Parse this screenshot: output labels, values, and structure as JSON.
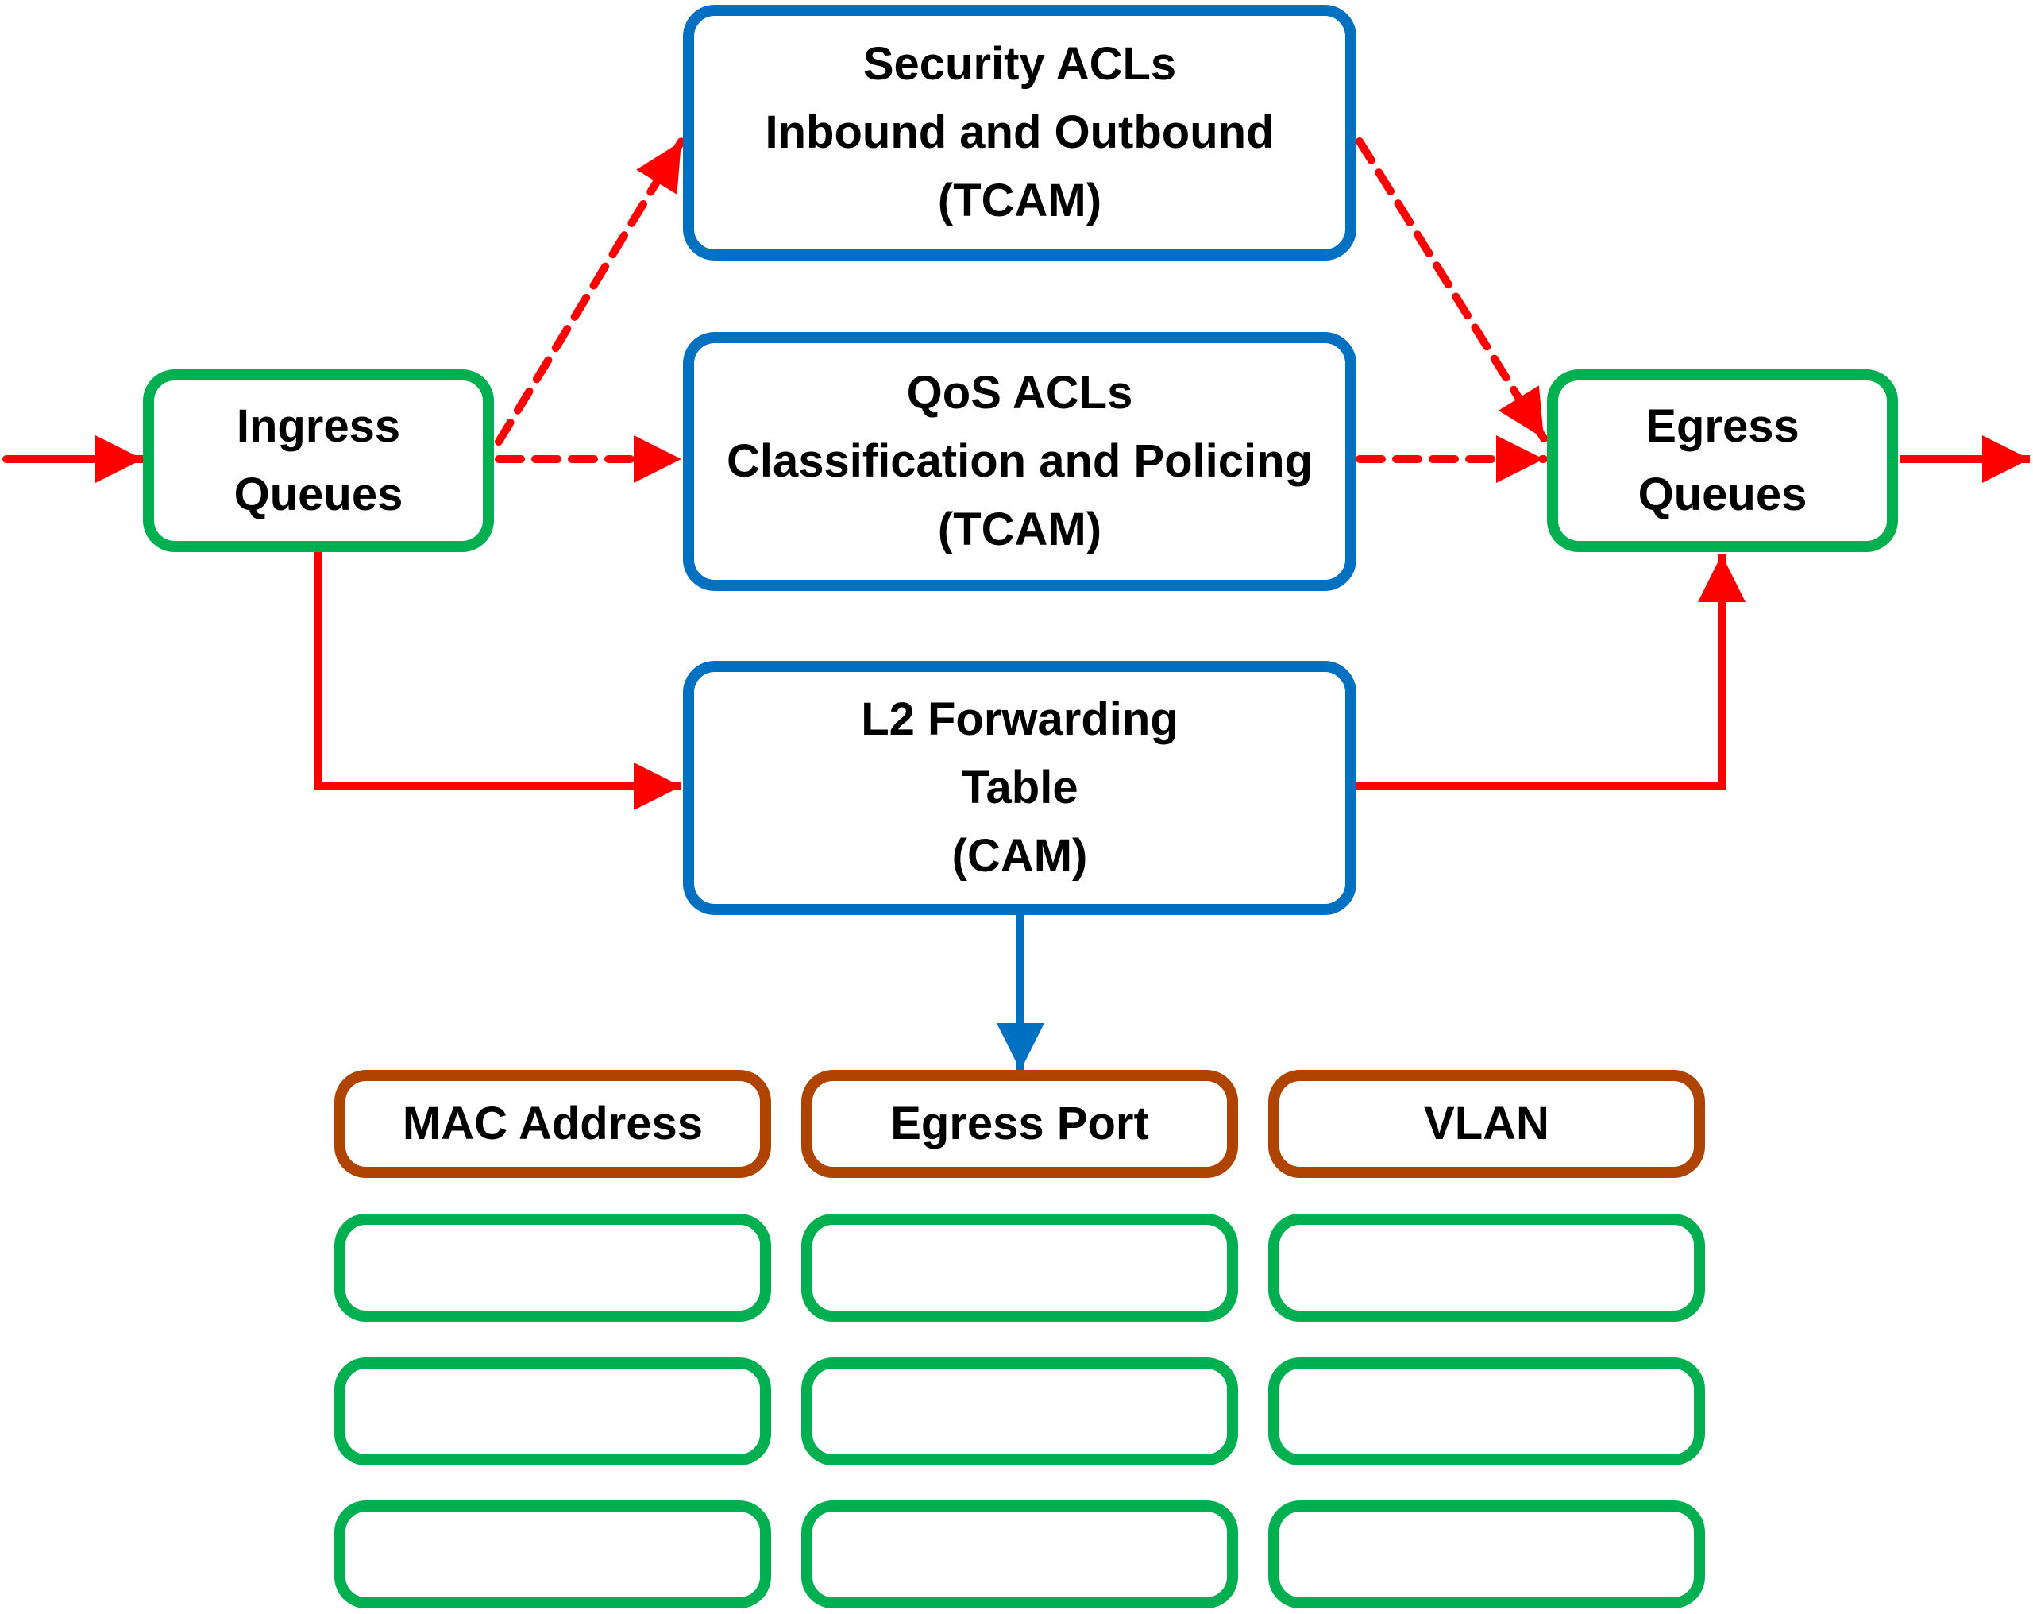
{
  "title": "Switch forwarding pipeline with L2 CAM table",
  "colors": {
    "arrow": "#FF0000",
    "cam_arrow": "#0070C0",
    "table_box": "#0070C0",
    "queue_box": "#00B050",
    "field_header": "#AE4400",
    "field_cell": "#00B050"
  },
  "nodes": {
    "ingress": {
      "lines": [
        "Ingress",
        "Queues"
      ]
    },
    "security": {
      "lines": [
        "Security ACLs",
        "Inbound and Outbound",
        "(TCAM)"
      ]
    },
    "qos": {
      "lines": [
        "QoS ACLs",
        "Classification and Policing",
        "(TCAM)"
      ]
    },
    "l2": {
      "lines": [
        "L2 Forwarding",
        "Table",
        "(CAM)"
      ]
    },
    "egress": {
      "lines": [
        "Egress",
        "Queues"
      ]
    }
  },
  "cam_table": {
    "columns": [
      "MAC Address",
      "Egress Port",
      "VLAN"
    ],
    "rows": [
      [
        "",
        "",
        ""
      ],
      [
        "",
        "",
        ""
      ],
      [
        "",
        "",
        ""
      ]
    ]
  },
  "edges": [
    {
      "from": "input",
      "to": "ingress",
      "style": "solid"
    },
    {
      "from": "ingress",
      "to": "security",
      "style": "dashed"
    },
    {
      "from": "ingress",
      "to": "qos",
      "style": "dashed"
    },
    {
      "from": "ingress",
      "to": "l2",
      "style": "solid"
    },
    {
      "from": "security",
      "to": "egress",
      "style": "dashed"
    },
    {
      "from": "qos",
      "to": "egress",
      "style": "dashed"
    },
    {
      "from": "l2",
      "to": "egress",
      "style": "solid"
    },
    {
      "from": "egress",
      "to": "output",
      "style": "solid"
    },
    {
      "from": "l2",
      "to": "cam_table",
      "style": "solid"
    }
  ]
}
